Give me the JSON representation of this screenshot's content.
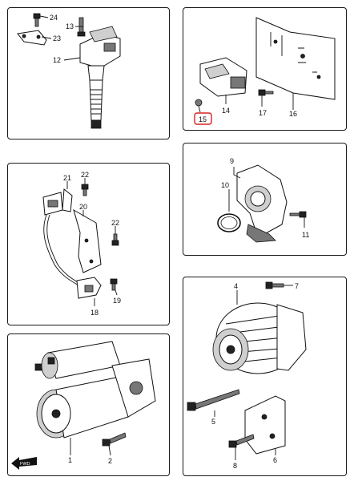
{
  "panels": {
    "ignition_coil": {
      "callouts": [
        "24",
        "13",
        "23",
        "12"
      ]
    },
    "control_module": {
      "callouts": [
        "14",
        "15",
        "17",
        "16"
      ],
      "highlighted": "15",
      "highlight_color": "#d9231f"
    },
    "sensor_harness": {
      "callouts": [
        "21",
        "22",
        "20",
        "22",
        "18",
        "19"
      ]
    },
    "distributor": {
      "callouts": [
        "9",
        "10",
        "11"
      ]
    },
    "starter_motor": {
      "callouts": [
        "1",
        "2"
      ],
      "front_marker": "FWD"
    },
    "alternator": {
      "callouts": [
        "4",
        "7",
        "5",
        "8",
        "6"
      ]
    }
  }
}
